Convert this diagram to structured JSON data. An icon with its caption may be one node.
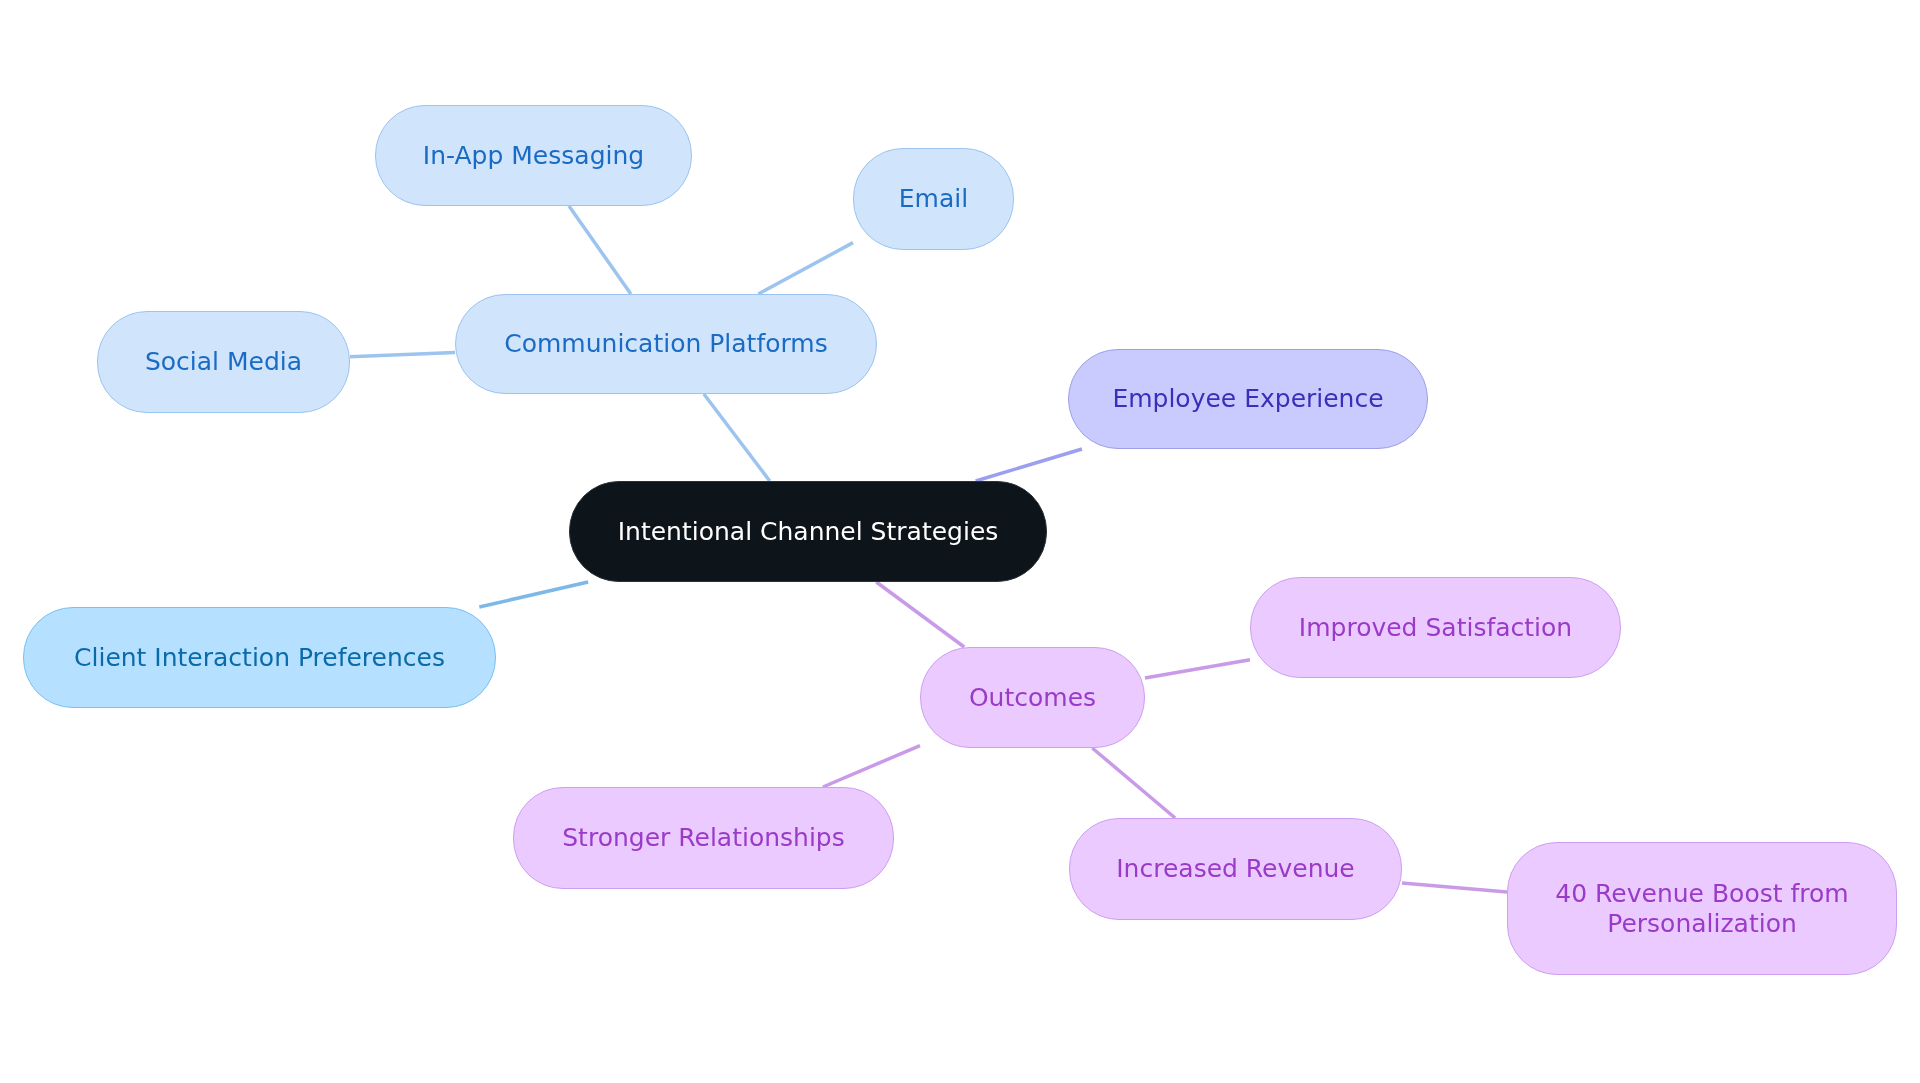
{
  "diagram": {
    "nodes": [
      {
        "text": [
          "Intentional Channel Strategies"
        ]
      },
      {
        "text": [
          "Communication Platforms"
        ]
      },
      {
        "text": [
          "In-App Messaging"
        ]
      },
      {
        "text": [
          "Email"
        ]
      },
      {
        "text": [
          "Social Media"
        ]
      },
      {
        "text": [
          "Employee Experience"
        ]
      },
      {
        "text": [
          "Client Interaction Preferences"
        ]
      },
      {
        "text": [
          "Outcomes"
        ]
      },
      {
        "text": [
          "Improved Satisfaction"
        ]
      },
      {
        "text": [
          "Stronger Relationships"
        ]
      },
      {
        "text": [
          "Increased Revenue"
        ]
      },
      {
        "text": [
          "40 Revenue Boost from Personalization"
        ]
      }
    ],
    "edges": [
      {
        "from": 0,
        "to": 1,
        "arrow": "none",
        "color": "#9cc4ef"
      },
      {
        "from": 1,
        "to": 2,
        "arrow": "none",
        "color": "#9cc4ef"
      },
      {
        "from": 1,
        "to": 3,
        "arrow": "none",
        "color": "#9cc4ef"
      },
      {
        "from": 1,
        "to": 4,
        "arrow": "none",
        "color": "#9cc4ef"
      },
      {
        "from": 0,
        "to": 5,
        "arrow": "none",
        "color": "#9c9ff0"
      },
      {
        "from": 0,
        "to": 6,
        "arrow": "none",
        "color": "#7cb8e8"
      },
      {
        "from": 0,
        "to": 7,
        "arrow": "none"
      },
      {
        "from": 7,
        "to": 8,
        "arrow": "none"
      },
      {
        "from": 7,
        "to": 9,
        "arrow": "none"
      },
      {
        "from": 7,
        "to": 10,
        "arrow": "none"
      },
      {
        "from": 10,
        "to": 11,
        "arrow": "none"
      }
    ]
  }
}
